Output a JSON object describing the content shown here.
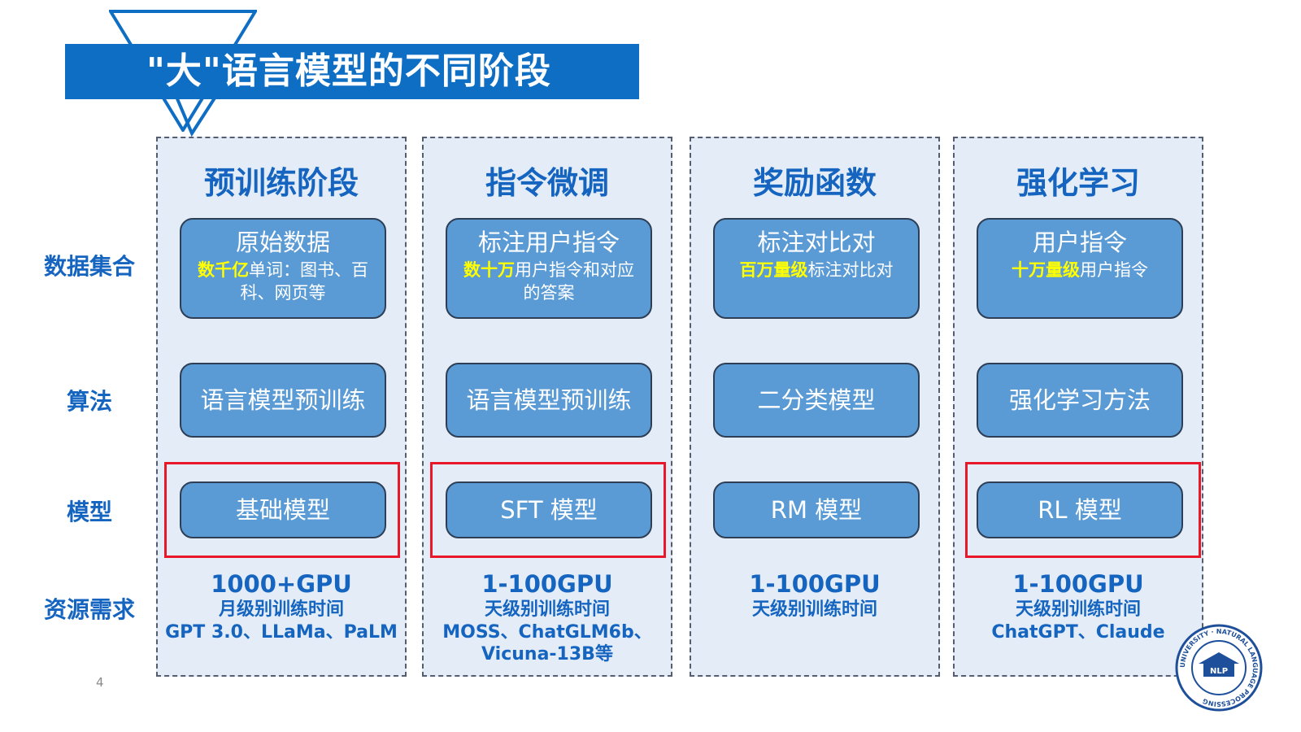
{
  "title": "\"大\"语言模型的不同阶段",
  "row_labels": {
    "data": "数据集合",
    "algorithm": "算法",
    "model": "模型",
    "resources": "资源需求"
  },
  "columns": [
    {
      "title": "预训练阶段",
      "data": {
        "title": "原始数据",
        "highlight": "数千亿",
        "desc": "单词：图书、百科、网页等"
      },
      "algorithm": "语言模型预训练",
      "model": "基础模型",
      "model_highlighted": true,
      "resources": {
        "main": "1000+GPU",
        "time": "月级别训练时间",
        "examples": "GPT 3.0、LLaMa、PaLM"
      }
    },
    {
      "title": "指令微调",
      "data": {
        "title": "标注用户指令",
        "highlight": "数十万",
        "desc": "用户指令和对应的答案"
      },
      "algorithm": "语言模型预训练",
      "model": "SFT 模型",
      "model_highlighted": true,
      "resources": {
        "main": "1-100GPU",
        "time": "天级别训练时间",
        "examples": "MOSS、ChatGLM6b、Vicuna-13B等"
      }
    },
    {
      "title": "奖励函数",
      "data": {
        "title": "标注对比对",
        "highlight": "百万量级",
        "desc": "标注对比对"
      },
      "algorithm": "二分类模型",
      "model": "RM 模型",
      "model_highlighted": false,
      "resources": {
        "main": "1-100GPU",
        "time": "天级别训练时间",
        "examples": ""
      }
    },
    {
      "title": "强化学习",
      "data": {
        "title": "用户指令",
        "highlight": "十万量级",
        "desc": "用户指令"
      },
      "algorithm": "强化学习方法",
      "model": "RL 模型",
      "model_highlighted": true,
      "resources": {
        "main": "1-100GPU",
        "time": "天级别训练时间",
        "examples": "ChatGPT、Claude"
      }
    }
  ],
  "page_number": "4",
  "logo": {
    "center_text": "NLP",
    "ring_text": "UNIVERSITY · NATURAL LANGUAGE PROCESSING"
  },
  "colors": {
    "accent": "#0e6ec4",
    "label": "#1565c0",
    "box": "#5b9bd5",
    "highlight": "#ffff00",
    "frame": "#e8182a"
  }
}
